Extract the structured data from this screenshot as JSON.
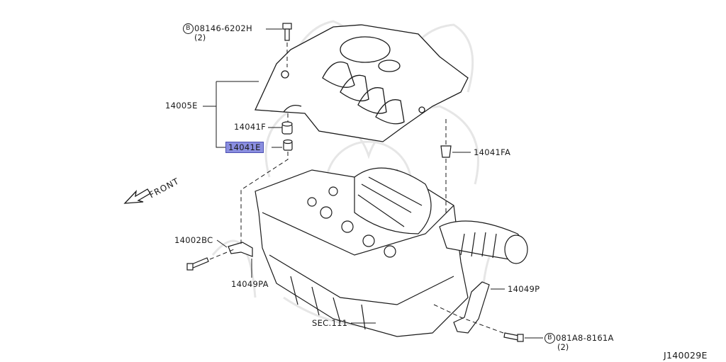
{
  "diagram": {
    "code": "J140029E",
    "direction_label": "FRONT",
    "parts": {
      "bolt_top": {
        "number": "08146-6202H",
        "prefix": "B",
        "qty": "(2)"
      },
      "cover": {
        "number": "14005E"
      },
      "grommet_f": {
        "number": "14041F"
      },
      "grommet_e": {
        "number": "14041E",
        "highlighted": true
      },
      "grommet_fa": {
        "number": "14041FA"
      },
      "bolt_bc": {
        "number": "14002BC"
      },
      "bracket_pa": {
        "number": "14049PA"
      },
      "bracket_p": {
        "number": "14049P"
      },
      "sec": {
        "number": "SEC.111"
      },
      "bolt_bottom": {
        "number": "081A8-8161A",
        "prefix": "B",
        "qty": "(2)"
      }
    },
    "colors": {
      "highlight": "#8a8ee0",
      "line": "#1a1a1a",
      "watermark": "#e6e6e6"
    }
  }
}
